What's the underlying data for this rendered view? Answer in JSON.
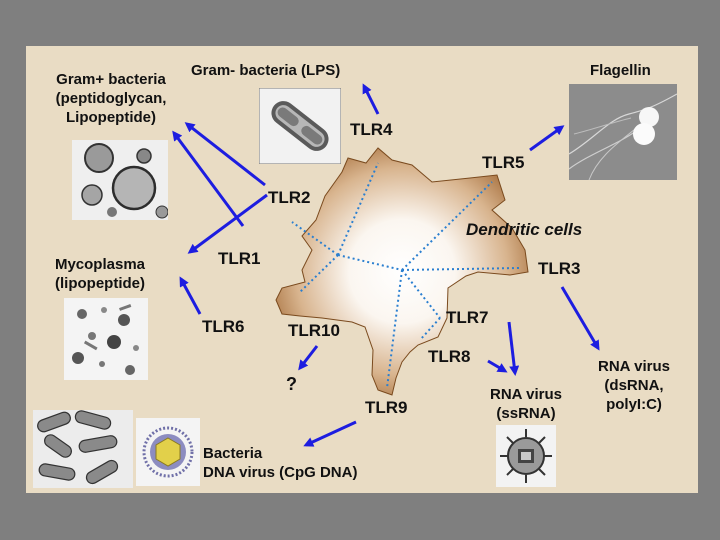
{
  "center": {
    "label": "Dendritic cells"
  },
  "receptors": {
    "tlr1": "TLR1",
    "tlr2": "TLR2",
    "tlr3": "TLR3",
    "tlr4": "TLR4",
    "tlr5": "TLR5",
    "tlr6": "TLR6",
    "tlr7": "TLR7",
    "tlr8": "TLR8",
    "tlr9": "TLR9",
    "tlr10": "TLR10"
  },
  "ligands": {
    "gram_pos": "Gram+ bacteria\n(peptidoglycan,\nLipopeptide)",
    "gram_neg": "Gram- bacteria (LPS)",
    "flagellin": "Flagellin",
    "mycoplasma": "Mycoplasma\n(lipopeptide)",
    "unknown": "?",
    "rna_ss": "RNA virus\n(ssRNA)",
    "rna_ds": "RNA virus\n(dsRNA,\npolyI:C)",
    "bacteria_dna": "Bacteria\nDNA virus (CpG DNA)"
  },
  "colors": {
    "slide_background": "#7f7f7f",
    "panel_background": "#e9dcc4",
    "arrow": "#1d1de0",
    "cell_dark": "#9a5e28",
    "cell_light": "#ffffff",
    "dendrite_lines": "#2a7fd0"
  }
}
